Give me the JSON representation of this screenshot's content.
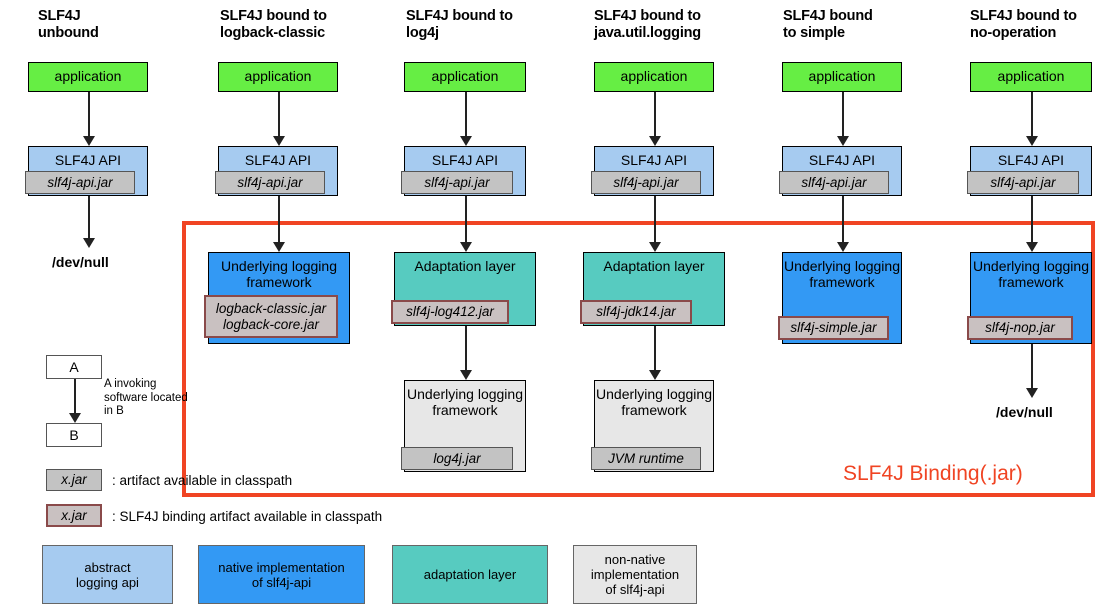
{
  "diagram": {
    "title_label": "SLF4J Binding(.jar)",
    "accent_red": "#f04423",
    "columns": [
      {
        "header": "SLF4J\nunbound",
        "application": "application",
        "api_title": "SLF4J API",
        "api_jar": "slf4j-api.jar",
        "terminal": "/dev/null"
      },
      {
        "header": "SLF4J bound to\nlogback-classic",
        "application": "application",
        "api_title": "SLF4J API",
        "api_jar": "slf4j-api.jar",
        "binding_title": "Underlying logging\nframework",
        "binding_jar": "logback-classic.jar\nlogback-core.jar"
      },
      {
        "header": "SLF4J bound to\nlog4j",
        "application": "application",
        "api_title": "SLF4J API",
        "api_jar": "slf4j-api.jar",
        "binding_title": "Adaptation layer",
        "binding_jar": "slf4j-log412.jar",
        "under_title": "Underlying\nlogging\nframework",
        "under_jar": "log4j.jar"
      },
      {
        "header": "SLF4J bound to\njava.util.logging",
        "application": "application",
        "api_title": "SLF4J API",
        "api_jar": "slf4j-api.jar",
        "binding_title": "Adaptation layer",
        "binding_jar": "slf4j-jdk14.jar",
        "under_title": "Underlying\nlogging\nframework",
        "under_jar": "JVM runtime"
      },
      {
        "header": "SLF4J bound\nto simple",
        "application": "application",
        "api_title": "SLF4J API",
        "api_jar": "slf4j-api.jar",
        "binding_title": "Underlying\nlogging\nframework",
        "binding_jar": "slf4j-simple.jar"
      },
      {
        "header": "SLF4J bound to\nno-operation",
        "application": "application",
        "api_title": "SLF4J API",
        "api_jar": "slf4j-api.jar",
        "binding_title": "Underlying\nlogging\nframework",
        "binding_jar": "slf4j-nop.jar",
        "terminal": "/dev/null"
      }
    ]
  },
  "legend": {
    "box_a": "A",
    "box_b": "B",
    "invoke_text": "A invoking\nsoftware located\nin B",
    "jar_sample": "x.jar",
    "jar_note": ": artifact available in classpath",
    "binding_jar_sample": "x.jar",
    "binding_jar_note": ": SLF4J binding artifact available in classpath",
    "swatches": [
      {
        "label": "abstract\nlogging api",
        "color": "#a6cbf0"
      },
      {
        "label": "native implementation\nof slf4j-api",
        "color": "#3399f4"
      },
      {
        "label": "adaptation layer",
        "color": "#57cbc0"
      },
      {
        "label": "non-native\nimplementation\nof slf4j-api",
        "color": "#e7e7e7"
      }
    ]
  }
}
